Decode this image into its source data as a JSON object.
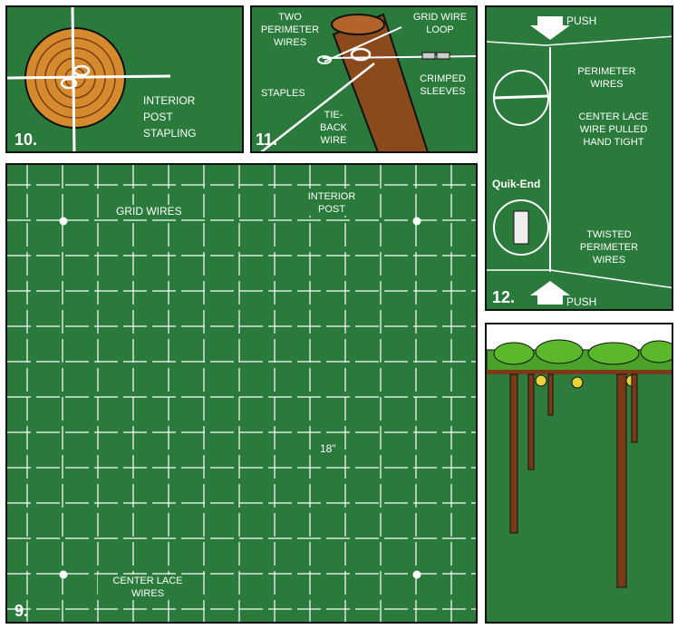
{
  "panel10": {
    "number": "10.",
    "caption_line1": "INTERIOR",
    "caption_line2": "POST",
    "caption_line3": "STAPLING"
  },
  "panel11": {
    "number": "11.",
    "two_perimeter_wires": "TWO PERIMETER WIRES",
    "grid_wire_loop": "GRID WIRE LOOP",
    "staples": "STAPLES",
    "crimped_sleeves": "CRIMPED SLEEVES",
    "tie_back_wire": "TIE-BACK WIRE"
  },
  "panel12": {
    "number": "12.",
    "push_top": "PUSH",
    "push_bottom": "PUSH",
    "perimeter_wires": "PERIMETER WIRES",
    "center_lace_wire": "CENTER LACE WIRE PULLED HAND TIGHT",
    "quik_end": "Quik-End",
    "twisted_perimeter_wires": "TWISTED PERIMETER WIRES"
  },
  "panel9": {
    "number": "9.",
    "grid_wires": "GRID WIRES",
    "interior_post": "INTERIOR POST",
    "spacing": "18\"",
    "center_lace_wires": "CENTER LACE WIRES"
  },
  "colors": {
    "panel_green": "#2a7a3c",
    "post_brown": "#8a4a1c",
    "fruit_yellow": "#e8d23a"
  }
}
